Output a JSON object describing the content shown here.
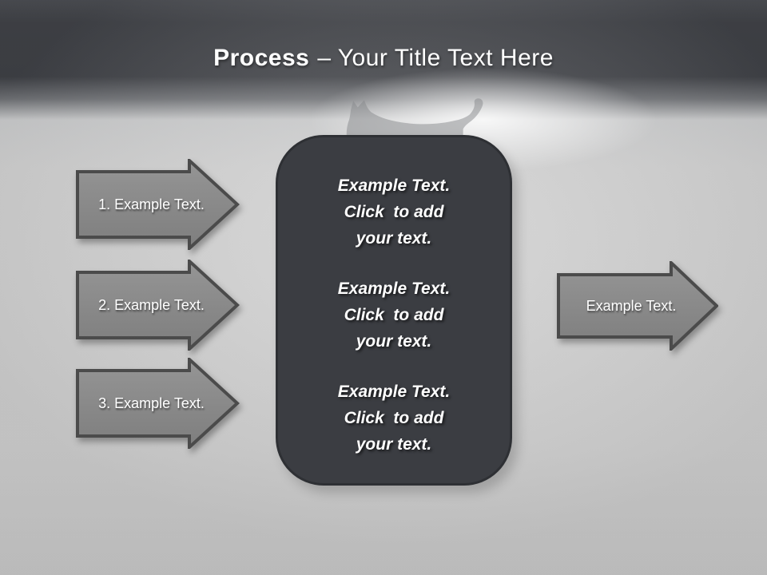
{
  "slide": {
    "title": {
      "emphasis": "Process",
      "rest": "– Your Title Text Here"
    },
    "steps": [
      {
        "label": "1. Example Text."
      },
      {
        "label": "2. Example Text."
      },
      {
        "label": "3. Example Text."
      }
    ],
    "panel": {
      "blocks": [
        {
          "line1": "Example Text.",
          "line2": "Click  to add",
          "line3": "your text."
        },
        {
          "line1": "Example Text.",
          "line2": "Click  to add",
          "line3": "your text."
        },
        {
          "line1": "Example Text.",
          "line2": "Click  to add",
          "line3": "your text."
        }
      ]
    },
    "result": {
      "label": "Example Text."
    },
    "decor": {
      "cat_icon": "cat-silhouette"
    },
    "colors": {
      "header_bg": "#3e4045",
      "body_bg": "#cacaca",
      "panel_bg": "#3b3d42",
      "panel_border": "#2e3034",
      "arrow_fill": "#8a8a8a",
      "arrow_border": "#4b4b4b",
      "text_light": "#ffffff"
    }
  }
}
